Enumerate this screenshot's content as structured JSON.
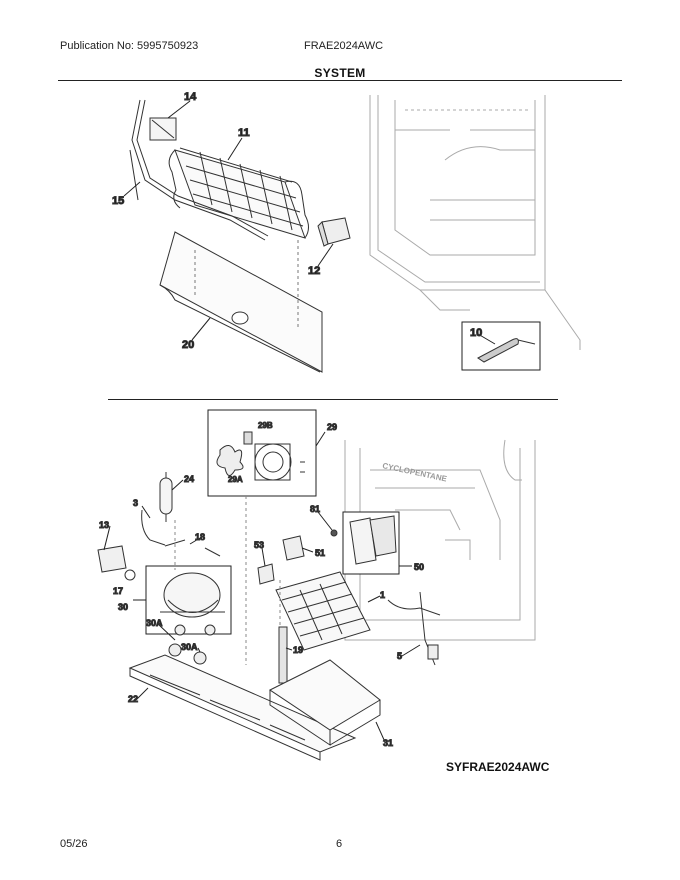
{
  "header": {
    "publication": "Publication No: 5995750923",
    "model": "FRAE2024AWC"
  },
  "title": "SYSTEM",
  "diagram_code": "SYFRAE2024AWC",
  "footer": {
    "date": "05/26",
    "page": "6"
  },
  "cabinet_label": "CYCLOPENTANE",
  "callouts": {
    "c14": "14",
    "c11": "11",
    "c15": "15",
    "c12": "12",
    "c20": "20",
    "c10": "10",
    "c29": "29",
    "c29b": "29B",
    "c29a": "29A",
    "c24": "24",
    "c3": "3",
    "c13": "13",
    "c18": "18",
    "c17": "17",
    "c30": "30",
    "c30a1": "30A",
    "c30a2": "30A",
    "c22": "22",
    "c81": "81",
    "c53": "53",
    "c51": "51",
    "c50": "50",
    "c1": "1",
    "c19": "19",
    "c5": "5",
    "c31": "31"
  }
}
